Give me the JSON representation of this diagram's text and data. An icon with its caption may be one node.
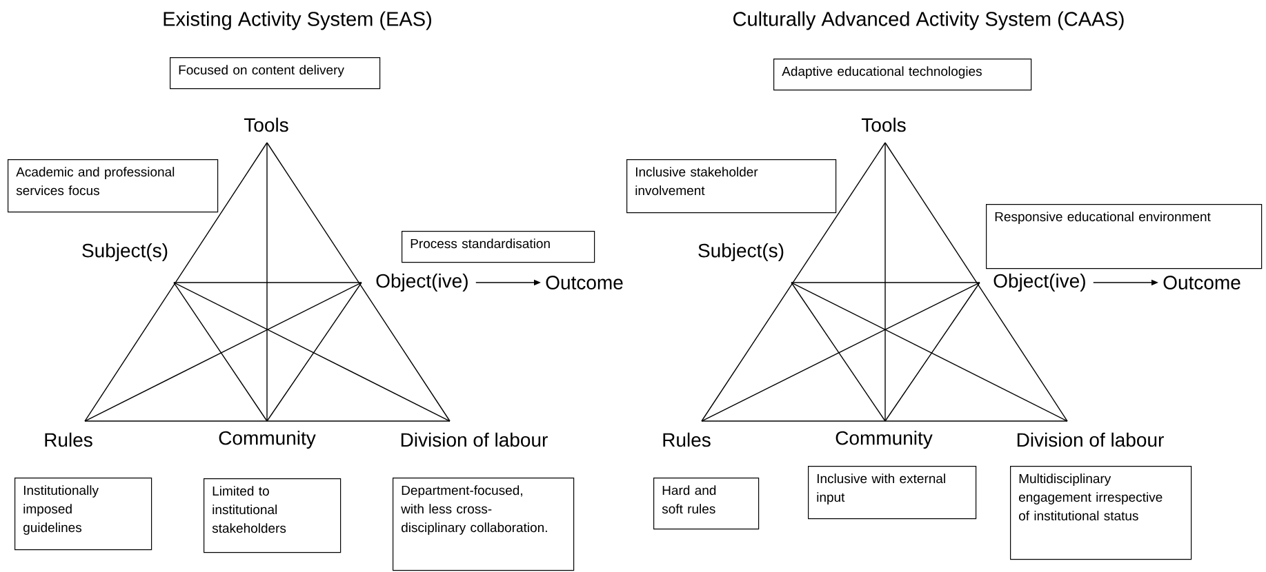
{
  "diagram": {
    "nodes": [
      {
        "text": [
          "Focused on content delivery"
        ]
      },
      {
        "text": [
          "Tools"
        ]
      },
      {
        "text": [
          "Academic and professional services focus"
        ]
      },
      {
        "text": [
          "Subject(s)"
        ]
      },
      {
        "text": [
          "Process standardisation"
        ]
      },
      {
        "text": [
          "Object(ive)"
        ]
      },
      {
        "text": [
          "Outcome"
        ]
      },
      {
        "text": [
          "Rules"
        ]
      },
      {
        "text": [
          "Community"
        ]
      },
      {
        "text": [
          "Division of labour"
        ]
      },
      {
        "text": [
          "Institutionally imposed guidelines"
        ]
      },
      {
        "text": [
          "Limited to institutional stakeholders"
        ]
      },
      {
        "text": [
          "Department-focused, with less cross-disciplinary collaboration."
        ]
      },
      {
        "text": [
          "Adaptive educational technologies"
        ]
      },
      {
        "text": [
          "Tools"
        ]
      },
      {
        "text": [
          "Inclusive stakeholder involvement"
        ]
      },
      {
        "text": [
          "Responsive educational environment"
        ]
      },
      {
        "text": [
          "Subject(s)"
        ]
      },
      {
        "text": [
          "Object(ive)"
        ]
      },
      {
        "text": [
          "Outcome"
        ]
      },
      {
        "text": [
          "Rules"
        ]
      },
      {
        "text": [
          "Community"
        ]
      },
      {
        "text": [
          "Division of labour"
        ]
      },
      {
        "text": [
          "Hard and soft rules"
        ]
      },
      {
        "text": [
          "Inclusive with external input"
        ]
      },
      {
        "text": [
          "Multidisciplinary engagement irrespective of institutional status"
        ]
      }
    ],
    "edges": [
      {
        "from": 5,
        "to": 6,
        "arrow": "to"
      },
      {
        "from": 18,
        "to": 19,
        "arrow": "to"
      }
    ],
    "labels": [
      "Existing Activity System (EAS)",
      "Culturally Advanced Activity System (CAAS)"
    ]
  }
}
